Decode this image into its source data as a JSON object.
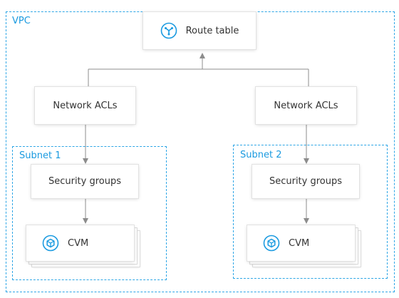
{
  "vpc": {
    "label": "VPC"
  },
  "route_table": {
    "label": "Route table",
    "icon": "route-icon"
  },
  "subnets": [
    {
      "label": "Subnet 1",
      "network_acl": "Network ACLs",
      "security_groups": "Security groups",
      "cvm": {
        "label": "CVM",
        "icon": "cvm-icon"
      }
    },
    {
      "label": "Subnet 2",
      "network_acl": "Network ACLs",
      "security_groups": "Security groups",
      "cvm": {
        "label": "CVM",
        "icon": "cvm-icon"
      }
    }
  ],
  "colors": {
    "frame_border": "#2ea6e6",
    "icon_accent": "#1a9ae0",
    "connector": "#8c8c8c"
  }
}
